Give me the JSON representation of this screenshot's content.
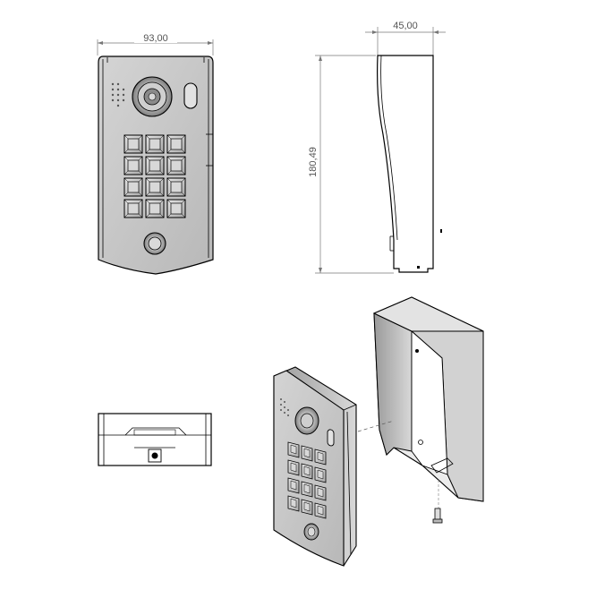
{
  "drawing": {
    "width_label": "93,00",
    "depth_label": "45,00",
    "height_label": "180,49"
  },
  "colors": {
    "panel_face": "#c6c6c6",
    "panel_dark": "#8e8e8e",
    "key_face": "#cfcfcf",
    "line": "#000000",
    "dimension": "#777777"
  },
  "icons": {
    "camera": "camera-lens-icon",
    "led": "led-indicator-icon",
    "speaker": "speaker-grille-icon",
    "call_button": "call-button-icon",
    "screw": "screw-icon"
  }
}
